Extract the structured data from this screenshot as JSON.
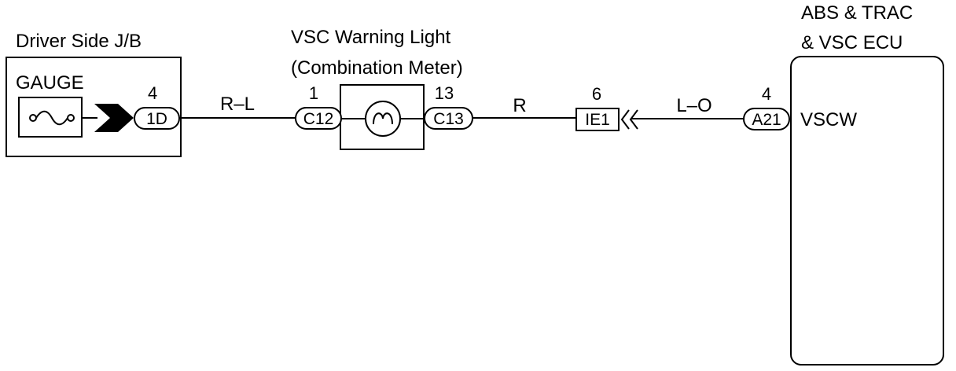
{
  "jb": {
    "title": "Driver Side J/B",
    "fuse_label": "GAUGE",
    "pin": "4",
    "connector": "1D"
  },
  "wire1": {
    "color": "R–L"
  },
  "light": {
    "title_line1": "VSC Warning Light",
    "title_line2": "(Combination Meter)",
    "left_pin": "1",
    "left_connector": "C12",
    "right_pin": "13",
    "right_connector": "C13"
  },
  "wire2": {
    "color": "R"
  },
  "junction": {
    "pin": "6",
    "connector": "IE1"
  },
  "wire3": {
    "color": "L–O"
  },
  "ecu": {
    "title_line1": "ABS & TRAC",
    "title_line2": "& VSC ECU",
    "pin": "4",
    "connector": "A21",
    "terminal": "VSCW"
  }
}
